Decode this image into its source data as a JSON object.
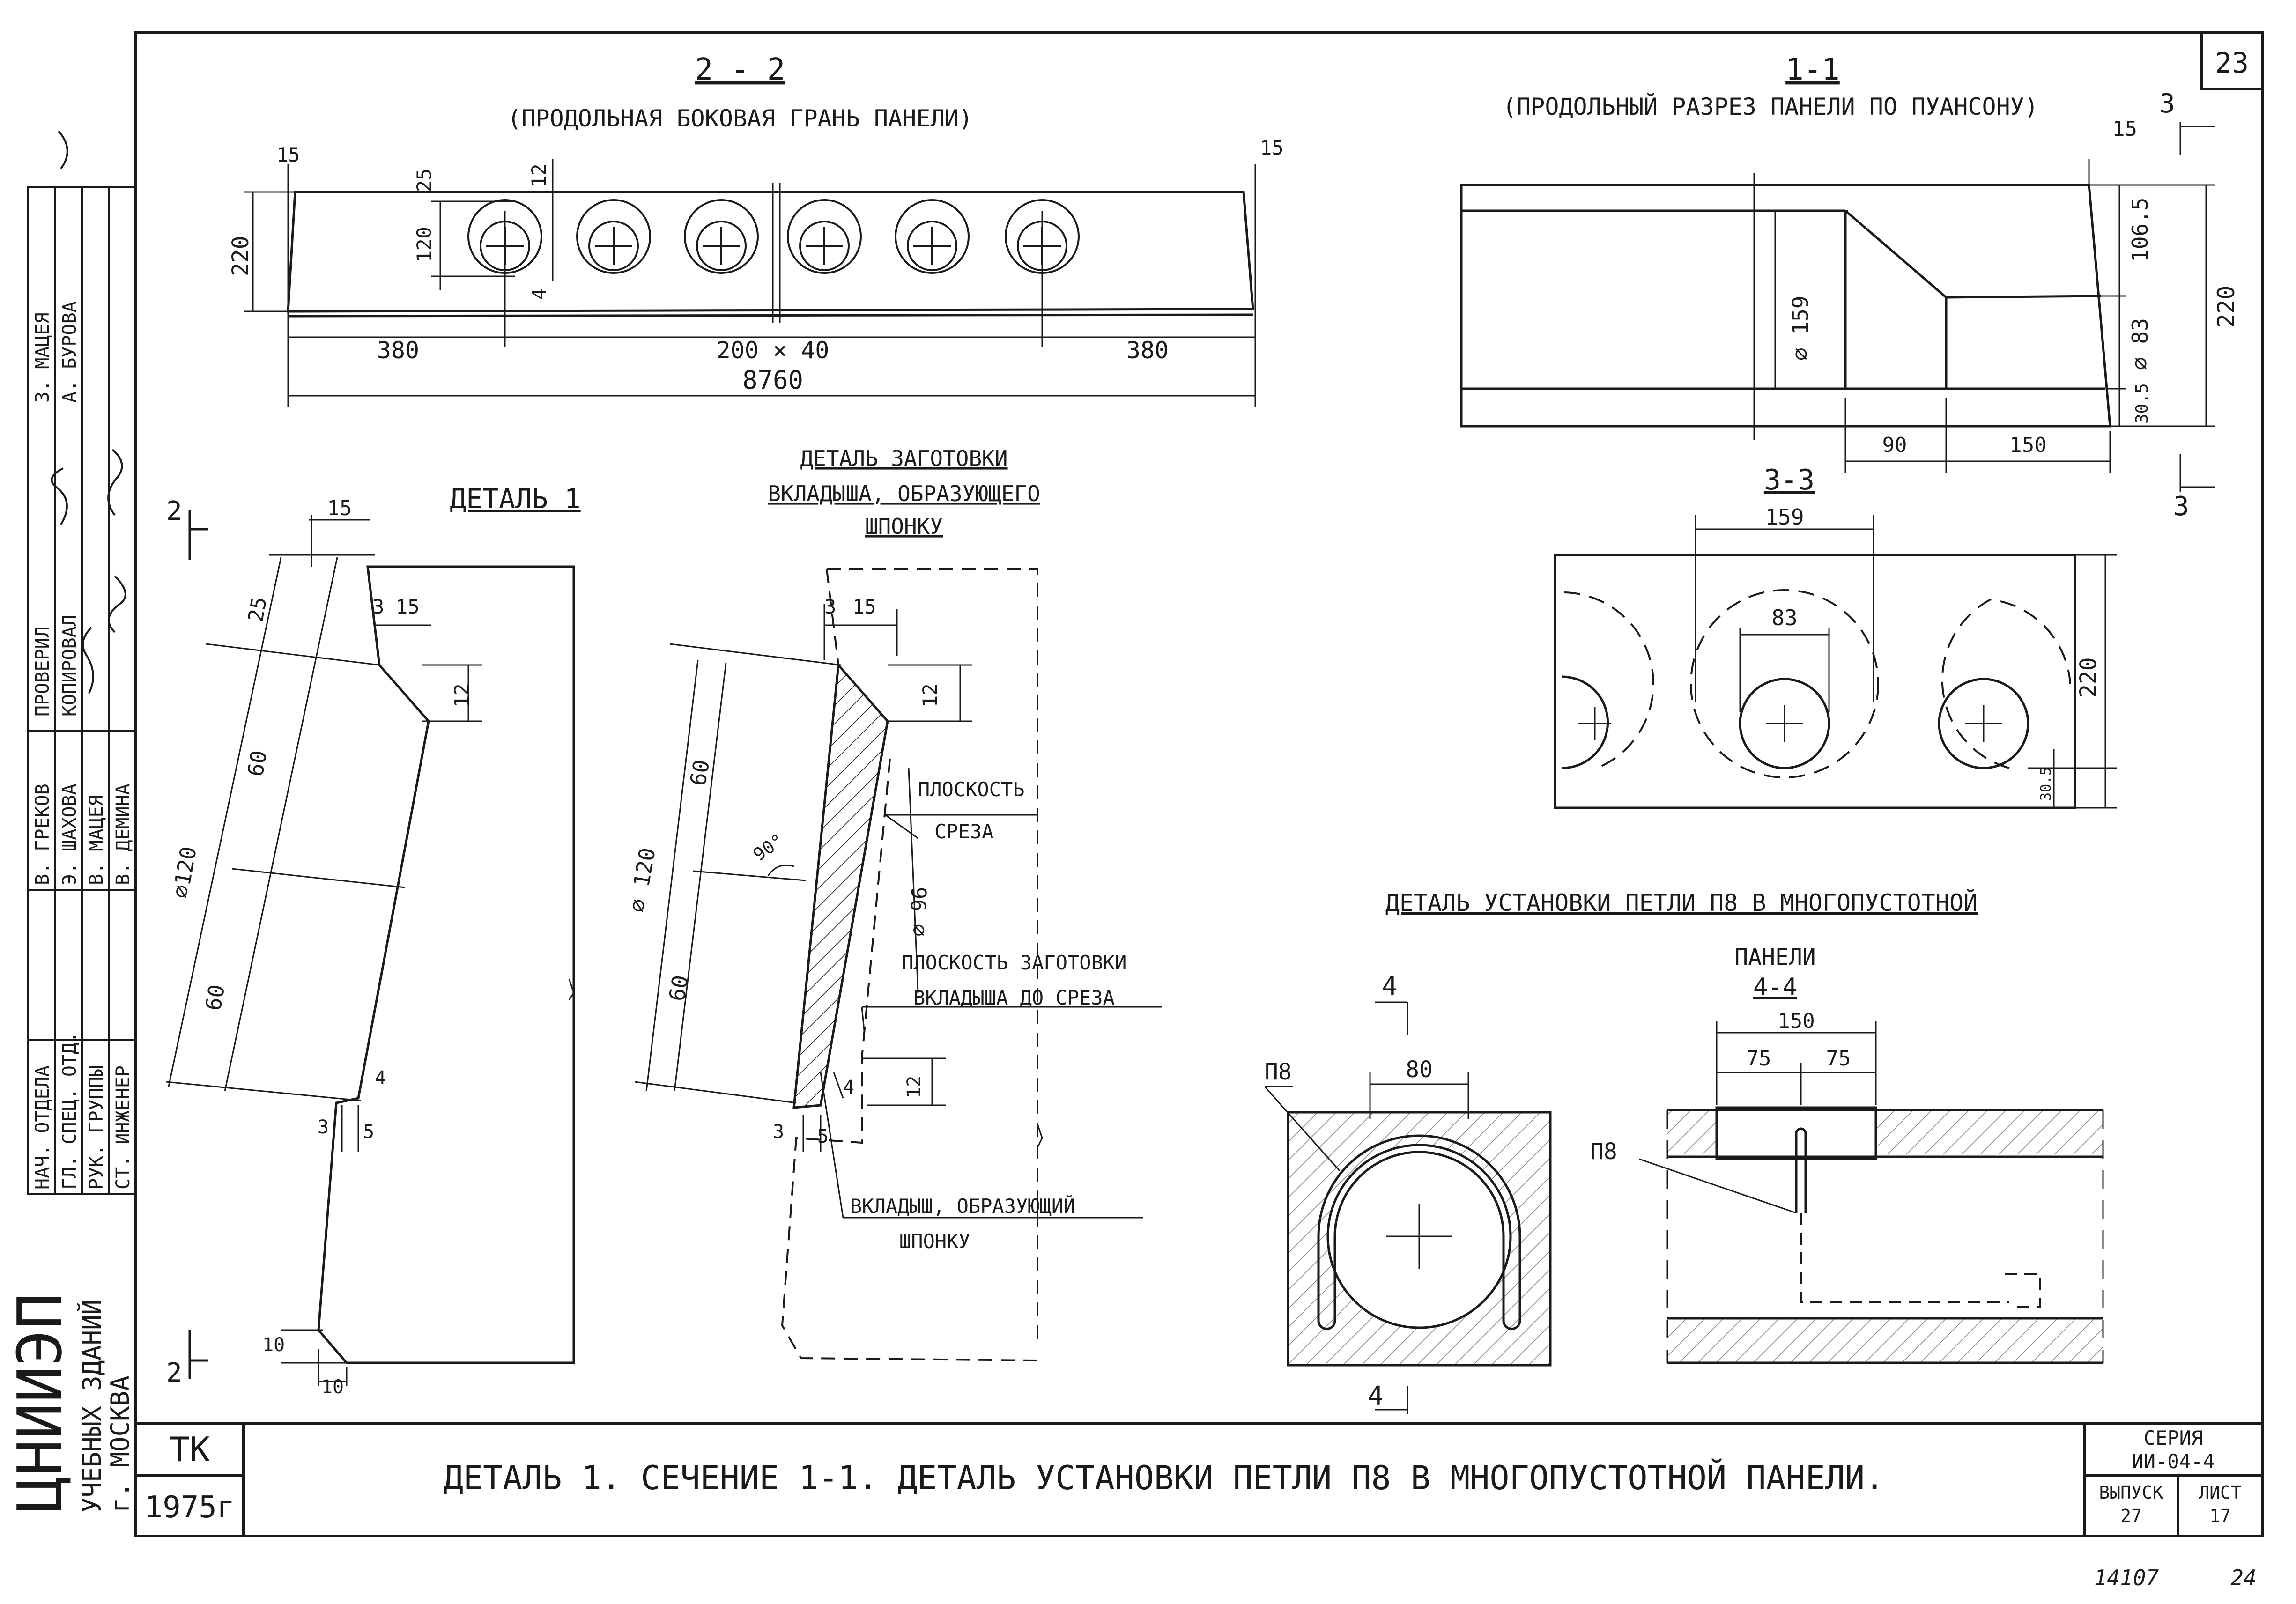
{
  "sheet_number": "23",
  "section_2_2": {
    "title": "2 - 2",
    "subtitle": "(ПРОДОЛЬНАЯ БОКОВАЯ ГРАНЬ ПАНЕЛИ)",
    "dims": {
      "left_edge": "15",
      "right_edge": "15",
      "top_offset": "25",
      "gap": "12",
      "height": "220",
      "hole": "120",
      "small": "4",
      "left": "380",
      "middle": "200 × 40",
      "right": "380",
      "total": "8760"
    }
  },
  "section_1_1": {
    "title": "1-1",
    "subtitle": "(ПРОДОЛЬНЫЙ РАЗРЕЗ ПАНЕЛИ ПО ПУАНСОНУ)",
    "dims": {
      "top_edge": "15",
      "upper": "106.5",
      "height": "220",
      "diam_large": "∅ 159",
      "diam_small": "∅ 83",
      "bottom": "30.5",
      "step1": "90",
      "step2": "150"
    },
    "mark_label": "3"
  },
  "section_3_3": {
    "title": "3-3",
    "dims": {
      "width": "159",
      "inner": "83",
      "height": "220",
      "bottom": "30.5"
    }
  },
  "detail_1": {
    "title": "ДЕТАЛЬ 1",
    "mark_label": "2",
    "dims": {
      "top": "15",
      "d25": "25",
      "d3": "3",
      "d15": "15",
      "d12": "12",
      "d60a": "60",
      "d60b": "60",
      "diam": "∅120",
      "d4": "4",
      "d3b": "3",
      "d5": "5",
      "d10a": "10",
      "d10b": "10"
    }
  },
  "detail_blank": {
    "title_l1": "ДЕТАЛЬ ЗАГОТОВКИ",
    "title_l2": "ВКЛАДЫША, ОБРАЗУЮЩЕГО",
    "title_l3": "ШПОНКУ",
    "dims": {
      "d3": "3",
      "d15": "15",
      "d12": "12",
      "d60a": "60",
      "d60b": "60",
      "diam": "∅ 120",
      "diam96": "∅ 96",
      "angle": "90°",
      "d4": "4",
      "d12b": "12",
      "d3b": "3",
      "d5": "5"
    },
    "notes": {
      "cut_plane_l1": "ПЛОСКОСТЬ",
      "cut_plane_l2": "СРЕЗА",
      "blank_plane_l1": "ПЛОСКОСТЬ ЗАГОТОВКИ",
      "blank_plane_l2": "ВКЛАДЫША ДО СРЕЗА",
      "insert_l1": "ВКЛАДЫШ, ОБРАЗУЮЩИЙ",
      "insert_l2": "ШПОНКУ"
    }
  },
  "loop_detail": {
    "title_l1": "ДЕТАЛЬ   УСТАНОВКИ  ПЕТЛИ П8 В МНОГОПУСТОТНОЙ",
    "title_l2": "ПАНЕЛИ",
    "section": "4-4",
    "mark_label": "4",
    "loop_label": "П8",
    "loop_label_2": "П8",
    "dims": {
      "w80": "80",
      "w150": "150",
      "w75a": "75",
      "w75b": "75"
    }
  },
  "side_stamp": {
    "roles": [
      "НАЧ. ОТДЕЛА",
      "ГЛ. СПЕЦ. ОТД.",
      "РУК. ГРУППЫ",
      "СТ. ИНЖЕНЕР"
    ],
    "names": [
      "В. ГРЕКОВ",
      "Э. ШАХОВА",
      "В. МАЦЕЯ",
      "В. ДЕМИНА"
    ],
    "roles2": [
      "ПРОВЕРИЛ",
      "КОПИРОВАЛ"
    ],
    "names2": [
      "З. МАЦЕЯ",
      "А. БУРОВА"
    ],
    "org_l1": "ЦНИИЭП",
    "org_l2": "УЧЕБНЫХ ЗДАНИЙ",
    "org_l3": "г. МОСКВА"
  },
  "title_block": {
    "tk": "ТК",
    "year": "1975г",
    "caption": "ДЕТАЛЬ 1.  СЕЧЕНИЕ  1-1.  ДЕТАЛЬ  УСТАНОВКИ   ПЕТЛИ  П8  В  МНОГОПУСТОТНОЙ  ПАНЕЛИ.",
    "series_label": "СЕРИЯ",
    "series": "ИИ-04-4",
    "issue_label": "ВЫПУСК",
    "issue": "27",
    "sheet_label": "ЛИСТ",
    "sheet": "17",
    "footer_num": "14107",
    "footer_num2": "24"
  }
}
